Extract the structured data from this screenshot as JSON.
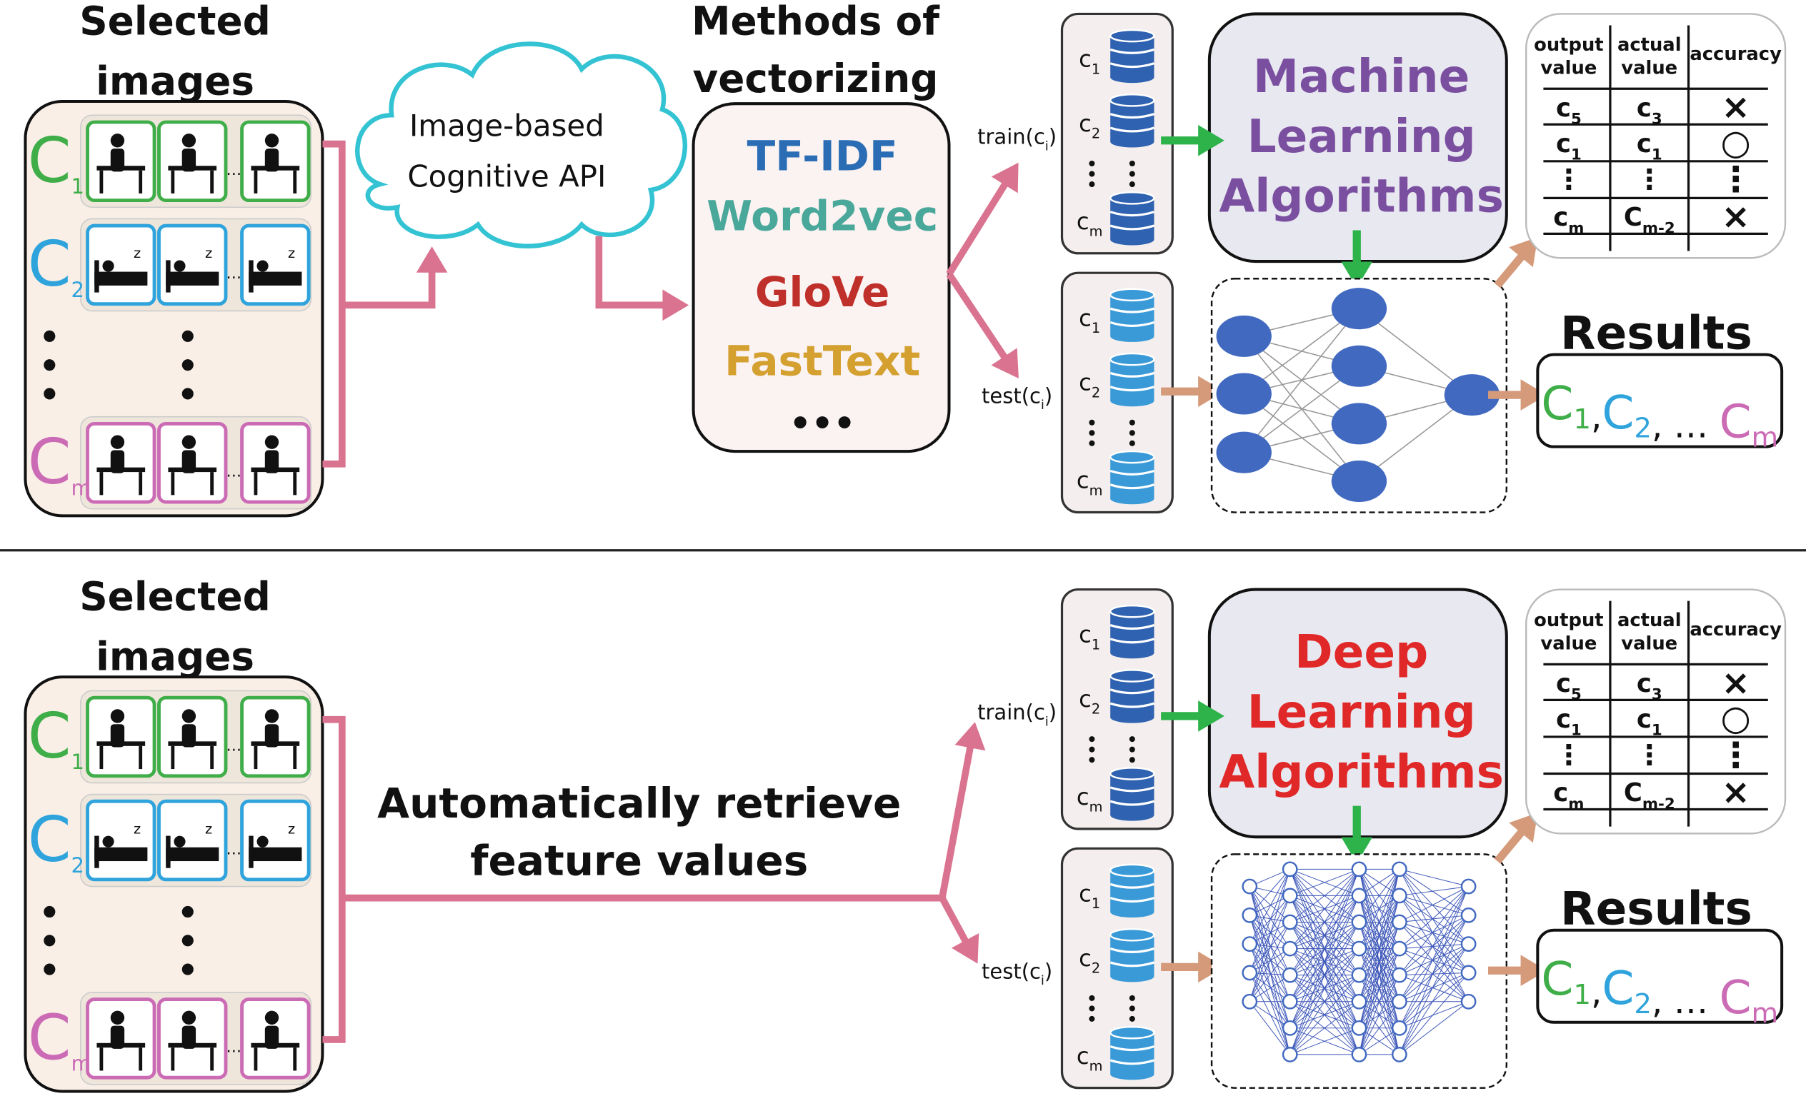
{
  "colors": {
    "pink_arrow": "#d9738f",
    "green_arrow": "#2db34a",
    "tan_arrow": "#d49a7a",
    "class1": "#3fae49",
    "class2": "#2fa3dc",
    "classm": "#cc6bb5",
    "ml_text": "#7b4fa0",
    "dl_text": "#e02828",
    "tfidf": "#2a6db5",
    "word2vec": "#4aa89a",
    "glove": "#c0302a",
    "fasttext": "#d4a030",
    "cloud": "#33c3d3",
    "db_train": "#2f62b0",
    "db_test": "#3a9ad8",
    "nn_node": "#4169c0"
  },
  "top": {
    "selected_images": [
      "Selected",
      "images"
    ],
    "classes": [
      {
        "letter": "C",
        "sub": "1"
      },
      {
        "letter": "C",
        "sub": "2"
      },
      {
        "letter": "C",
        "sub": "m"
      }
    ],
    "tile_ellipsis": "...",
    "cloud": [
      "Image-based",
      "Cognitive API"
    ],
    "methods_title": [
      "Methods of",
      "vectorizing"
    ],
    "methods": [
      "TF-IDF",
      "Word2vec",
      "GloVe",
      "FastText",
      "•••"
    ],
    "train_label": {
      "main": "train(c",
      "sub": "i",
      "end": ")"
    },
    "test_label": {
      "main": "test(c",
      "sub": "i",
      "end": ")"
    },
    "db_labels": [
      {
        "main": "c",
        "sub": "1"
      },
      {
        "main": "c",
        "sub": "2"
      },
      {
        "main": "c",
        "sub": "m"
      }
    ],
    "algorithm": [
      "Machine",
      "Learning",
      "Algorithms"
    ],
    "table": {
      "headers": [
        [
          "output",
          "value"
        ],
        [
          "actual",
          "value"
        ],
        [
          "accuracy"
        ]
      ],
      "rows": [
        [
          {
            "main": "c",
            "sub": "5"
          },
          {
            "main": "c",
            "sub": "3"
          },
          "×"
        ],
        [
          {
            "main": "c",
            "sub": "1"
          },
          {
            "main": "c",
            "sub": "1"
          },
          "○"
        ],
        [
          "⋮",
          "⋮",
          "⋮"
        ],
        [
          {
            "main": "c",
            "sub": "m"
          },
          {
            "main": "C",
            "sub": "m-2"
          },
          "×"
        ]
      ]
    },
    "results_title": "Results",
    "results": [
      {
        "main": "C",
        "sub": "1"
      },
      ",",
      {
        "main": "C",
        "sub": "2"
      },
      ", … ",
      {
        "main": "C",
        "sub": "m"
      }
    ]
  },
  "bottom": {
    "selected_images": [
      "Selected",
      "images"
    ],
    "classes": [
      {
        "letter": "C",
        "sub": "1"
      },
      {
        "letter": "C",
        "sub": "2"
      },
      {
        "letter": "C",
        "sub": "m"
      }
    ],
    "tile_ellipsis": "...",
    "retrieve": [
      "Automatically retrieve",
      "feature values"
    ],
    "train_label": {
      "main": "train(c",
      "sub": "i",
      "end": ")"
    },
    "test_label": {
      "main": "test(c",
      "sub": "i",
      "end": ")"
    },
    "db_labels": [
      {
        "main": "c",
        "sub": "1"
      },
      {
        "main": "c",
        "sub": "2"
      },
      {
        "main": "c",
        "sub": "m"
      }
    ],
    "algorithm": [
      "Deep",
      "Learning",
      "Algorithms"
    ],
    "table": {
      "headers": [
        [
          "output",
          "value"
        ],
        [
          "actual",
          "value"
        ],
        [
          "accuracy"
        ]
      ],
      "rows": [
        [
          {
            "main": "c",
            "sub": "5"
          },
          {
            "main": "c",
            "sub": "3"
          },
          "×"
        ],
        [
          {
            "main": "c",
            "sub": "1"
          },
          {
            "main": "c",
            "sub": "1"
          },
          "○"
        ],
        [
          "⋮",
          "⋮",
          "⋮"
        ],
        [
          {
            "main": "c",
            "sub": "m"
          },
          {
            "main": "C",
            "sub": "m-2"
          },
          "×"
        ]
      ]
    },
    "results_title": "Results",
    "results": [
      {
        "main": "C",
        "sub": "1"
      },
      ",",
      {
        "main": "C",
        "sub": "2"
      },
      ", … ",
      {
        "main": "C",
        "sub": "m"
      }
    ]
  }
}
